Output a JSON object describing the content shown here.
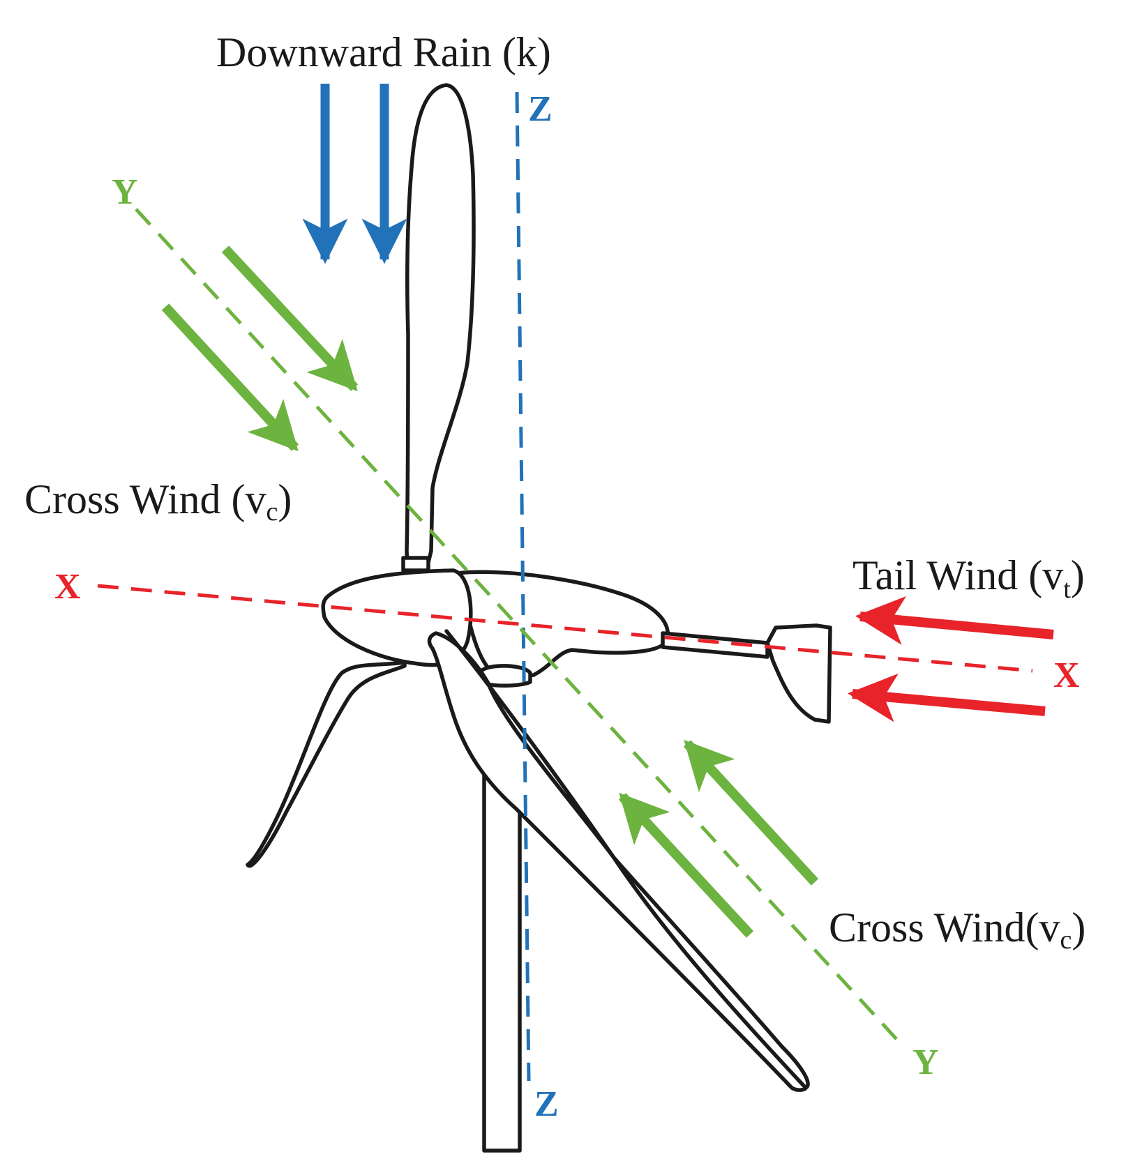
{
  "labels": {
    "rain": "Downward Rain (k)",
    "cross_wind_left": {
      "main": "Cross Wind (v",
      "sub": "c",
      "close": ")"
    },
    "tail_wind": {
      "main": "Tail Wind (v",
      "sub": "t",
      "close": ")"
    },
    "cross_wind_right": {
      "main": "Cross Wind(v",
      "sub": "c",
      "close": ")"
    }
  },
  "axes": {
    "x": {
      "label": "X",
      "color": "#e8232a"
    },
    "y": {
      "label": "Y",
      "color": "#6db33f"
    },
    "z": {
      "label": "Z",
      "color": "#2272b9"
    }
  },
  "colors": {
    "rain_arrow": "#2272b9",
    "cross_wind_arrow": "#6db33f",
    "tail_wind_arrow": "#e8232a",
    "outline": "#1a1a1a"
  }
}
